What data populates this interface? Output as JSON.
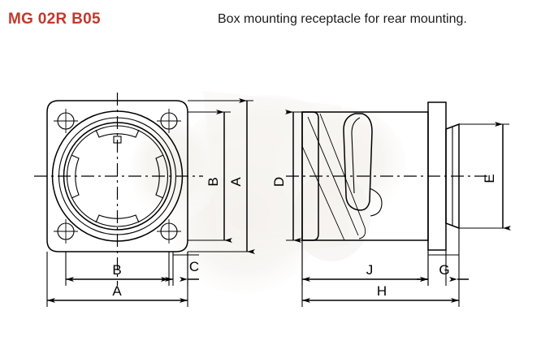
{
  "header": {
    "part_number": "MG 02R B05",
    "description": "Box mounting receptacle for rear mounting."
  },
  "drawing": {
    "title_alt": "Technical outline drawing of box mounting receptacle",
    "views": {
      "front": "front-view-square-flange",
      "side": "side-view-section"
    },
    "dimensions": {
      "front_vertical_inner": "B",
      "front_vertical_outer": "A",
      "front_horizontal_inner": "B",
      "front_horizontal_outer": "A",
      "flange_thickness": "C",
      "side_vertical_body": "D",
      "rear_vertical_small": "E",
      "side_horizontal_body": "J",
      "side_horizontal_rear": "G",
      "side_horizontal_total": "H"
    },
    "colors": {
      "line": "#000000",
      "part_number": "#c0392b",
      "description": "#1a1a1a",
      "background": "#ffffff",
      "watermark": "#e6dcd2"
    }
  }
}
